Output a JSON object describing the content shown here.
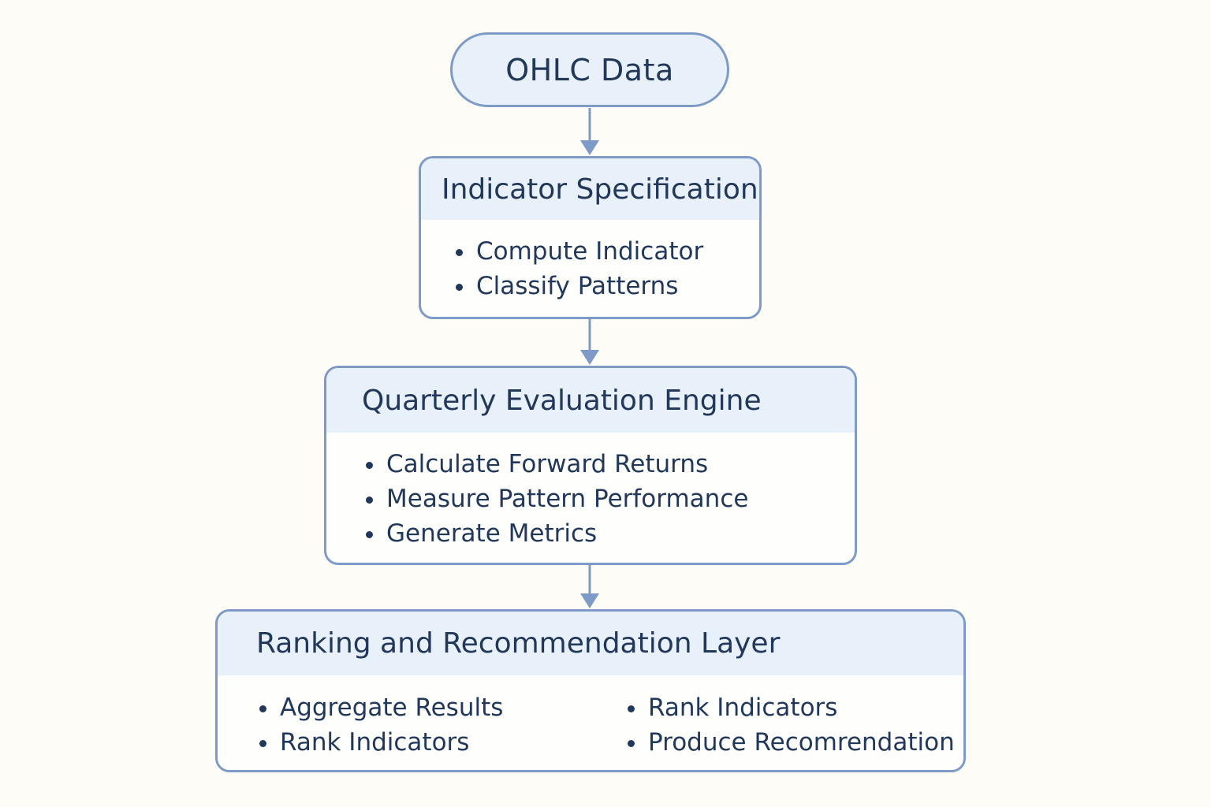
{
  "start_node": {
    "label": "OHLC Data"
  },
  "indicator_specification": {
    "title": "Indicator Specification",
    "items": [
      "Compute Indicator",
      "Classify Patterns"
    ]
  },
  "quarterly_evaluation_engine": {
    "title": "Quarterly Evaluation Engine",
    "items": [
      "Calculate Forward Returns",
      "Measure Pattern Performance",
      "Generate Metrics"
    ]
  },
  "ranking_layer": {
    "title": "Ranking and Recommendation Layer",
    "items_left": [
      "Aggregate Results",
      "Rank Indicators"
    ],
    "items_right": [
      "Rank Indicators",
      "Produce Recomrendation"
    ]
  },
  "colors": {
    "border": "#7d9bc6",
    "header_fill": "#e8f0fa",
    "text": "#22385a",
    "background": "#fdfcf7"
  }
}
